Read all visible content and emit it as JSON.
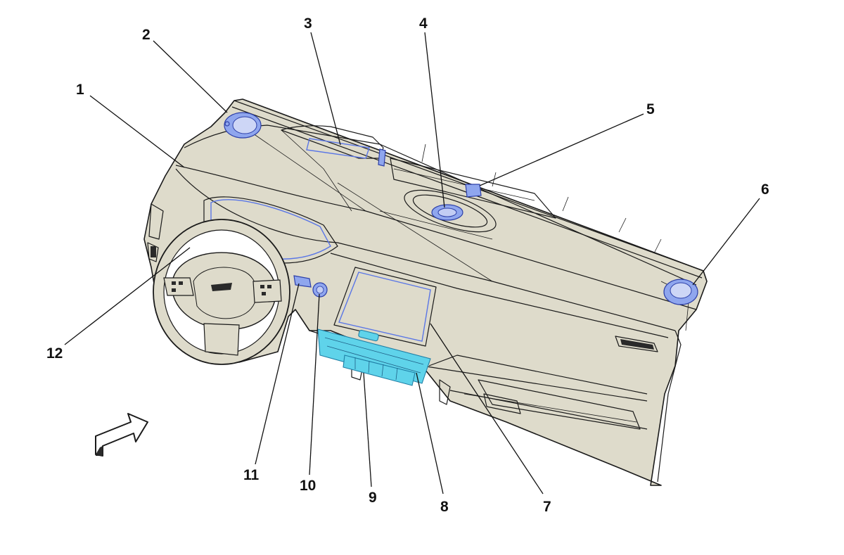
{
  "diagram": {
    "callouts": [
      {
        "id": "1",
        "label": "1"
      },
      {
        "id": "2",
        "label": "2"
      },
      {
        "id": "3",
        "label": "3"
      },
      {
        "id": "4",
        "label": "4"
      },
      {
        "id": "5",
        "label": "5"
      },
      {
        "id": "6",
        "label": "6"
      },
      {
        "id": "7",
        "label": "7"
      },
      {
        "id": "8",
        "label": "8"
      },
      {
        "id": "9",
        "label": "9"
      },
      {
        "id": "10",
        "label": "10"
      },
      {
        "id": "11",
        "label": "11"
      },
      {
        "id": "12",
        "label": "12"
      }
    ],
    "colors": {
      "dashboard_body": "#dedbcb",
      "highlight_blue": "#8fa6ee",
      "highlight_cyan": "#5fd3ea",
      "outline": "#1a1a1a"
    },
    "icons": {
      "direction_arrow": "forward-arrow-icon"
    }
  }
}
